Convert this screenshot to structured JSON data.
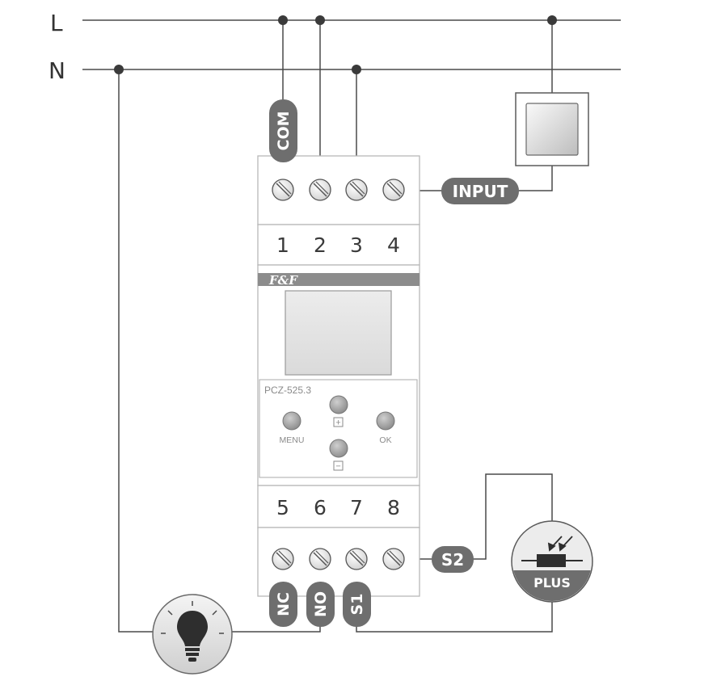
{
  "lines": {
    "live": "L",
    "neutral": "N"
  },
  "device": {
    "brand": "F&F",
    "model": "PCZ-525.3",
    "top_terminals": [
      "1",
      "2",
      "3",
      "4"
    ],
    "bottom_terminals": [
      "5",
      "6",
      "7",
      "8"
    ],
    "buttons": {
      "menu": "MENU",
      "ok": "OK",
      "plus": "+",
      "minus": "−"
    }
  },
  "labels": {
    "com": "COM",
    "input": "INPUT",
    "s2": "S2",
    "nc": "NC",
    "no": "NO",
    "s1": "S1"
  },
  "sensor": {
    "label": "PLUS"
  },
  "colors": {
    "pill": "#6e6e6e",
    "wire": "#4a4a4a",
    "device_border": "#b8b8b8",
    "brand_bar": "#8c8c8c"
  }
}
